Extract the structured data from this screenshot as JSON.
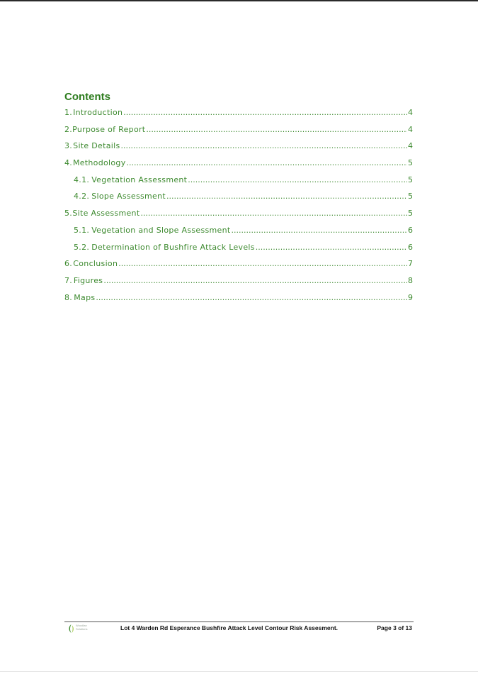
{
  "colors": {
    "heading": "#2e7d1f",
    "toc_text": "#3d8a2f",
    "footer_text": "#111111"
  },
  "contents": {
    "heading": "Contents",
    "entries": [
      {
        "num": "1.",
        "title": "Introduction",
        "page": "4",
        "level": 1
      },
      {
        "num": "2.",
        "title": "Purpose of Report",
        "page": "4",
        "level": 1
      },
      {
        "num": "3.",
        "title": "Site Details",
        "page": "4",
        "level": 1
      },
      {
        "num": "4.",
        "title": "Methodology",
        "page": "5",
        "level": 1
      },
      {
        "num": "4.1.",
        "title": "Vegetation Assessment",
        "page": "5",
        "level": 2
      },
      {
        "num": "4.2.",
        "title": "Slope Assessment",
        "page": "5",
        "level": 2
      },
      {
        "num": "5.",
        "title": "Site Assessment",
        "page": "5",
        "level": 1
      },
      {
        "num": "5.1.",
        "title": "Vegetation and Slope Assessment",
        "page": "6",
        "level": 2
      },
      {
        "num": "5.2.",
        "title": "Determination of Bushfire Attack Levels",
        "page": "6",
        "level": 2
      },
      {
        "num": "6.",
        "title": "Conclusion",
        "page": "7",
        "level": 1
      },
      {
        "num": "7.",
        "title": "Figures",
        "page": "8",
        "level": 1
      },
      {
        "num": "8.",
        "title": "Maps",
        "page": "9",
        "level": 1
      }
    ]
  },
  "footer": {
    "logo_icon": "leaf-logo-icon",
    "logo_line1": "Woodlan",
    "logo_line2": "Solutions",
    "title": "Lot 4 Warden Rd Esperance  Bushfire Attack Level Contour Risk Assesment.",
    "page_label": "Page 3 of 13"
  }
}
